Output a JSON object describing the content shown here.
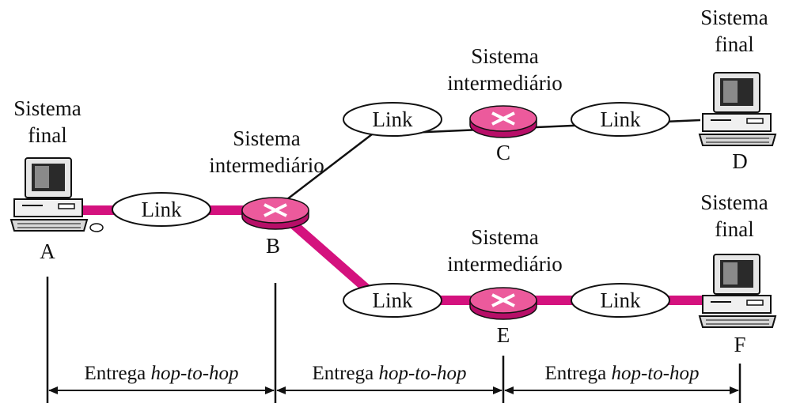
{
  "colors": {
    "path": "#d4127e",
    "router": "#ec5a9c",
    "line": "#111111"
  },
  "labels": {
    "end_system": [
      "Sistema",
      "final"
    ],
    "intermediate_system": [
      "Sistema",
      "intermediário"
    ],
    "link": "Link",
    "delivery_prefix": "Entrega",
    "delivery_term": "hop-to-hop"
  },
  "nodes": {
    "A": "A",
    "B": "B",
    "C": "C",
    "D": "D",
    "E": "E",
    "F": "F"
  },
  "icons": [
    "computer-icon",
    "router-icon"
  ]
}
